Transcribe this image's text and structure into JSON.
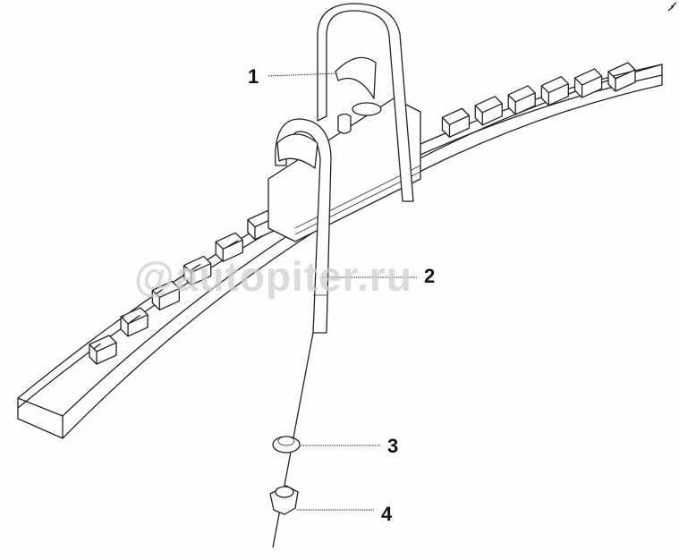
{
  "diagram": {
    "watermark": "@autopiter.ru",
    "callouts": [
      {
        "label": "1"
      },
      {
        "label": "2"
      },
      {
        "label": "3"
      },
      {
        "label": "4"
      }
    ]
  }
}
